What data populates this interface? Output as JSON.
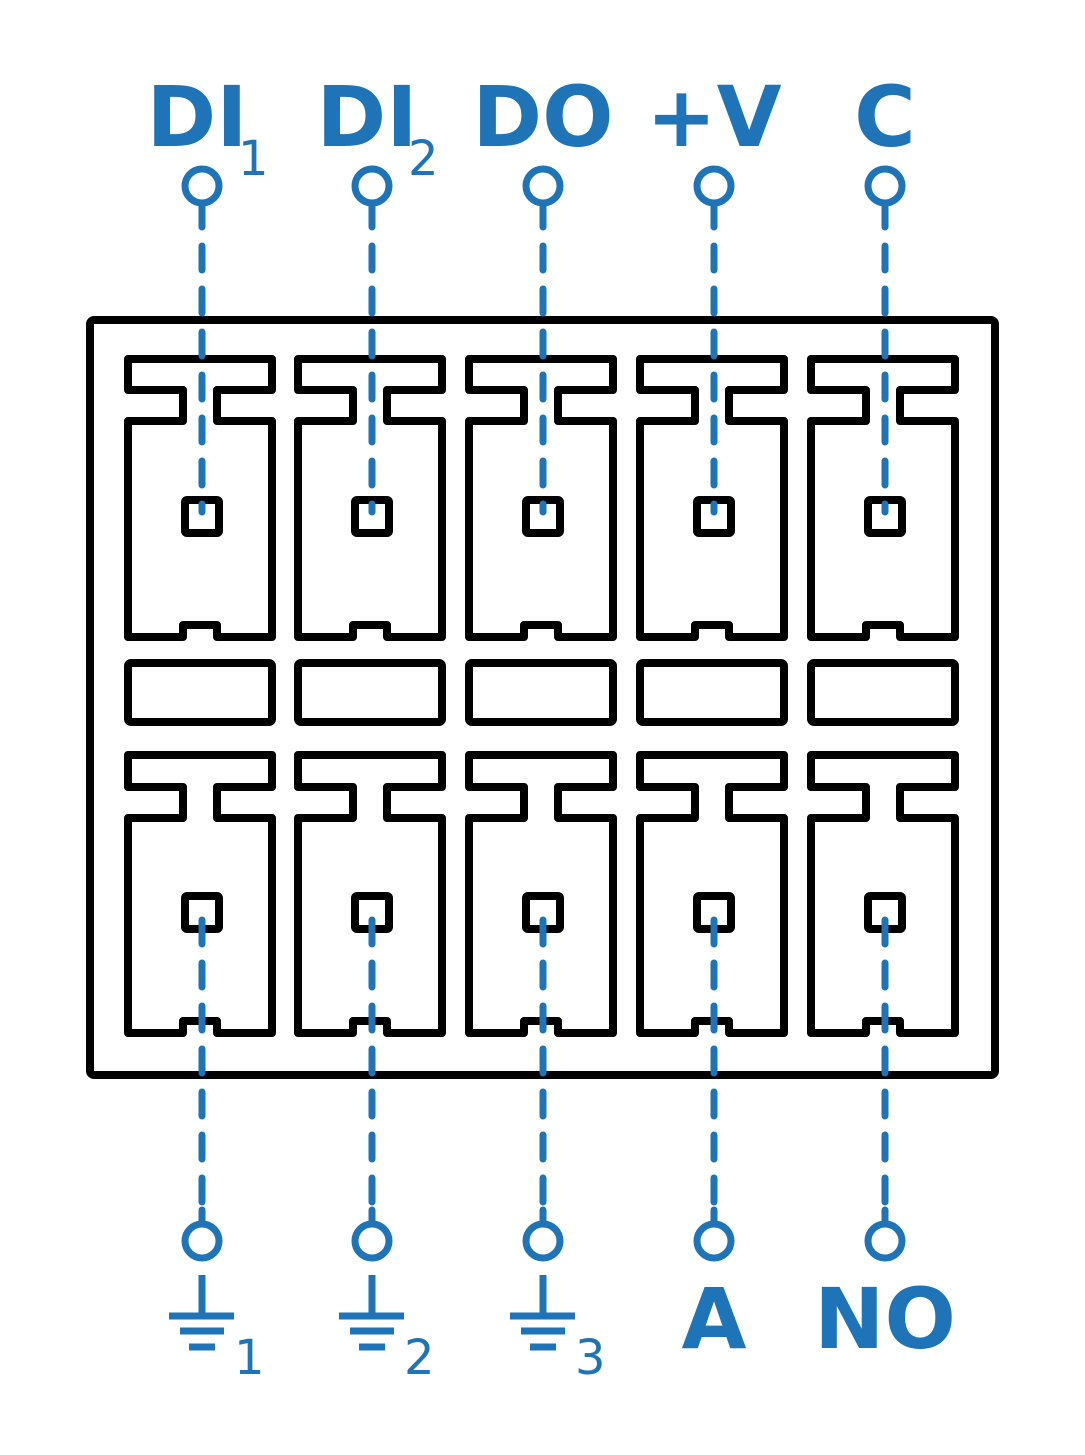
{
  "diagram": {
    "title": "Terminal block pinout",
    "colors": {
      "wire": "#1f73b7",
      "outline": "#000000",
      "background": "#ffffff"
    },
    "columns": 5,
    "top_row": [
      {
        "label": "DI",
        "subscript": "1"
      },
      {
        "label": "DI",
        "subscript": "2"
      },
      {
        "label": "DO",
        "subscript": ""
      },
      {
        "label": "+V",
        "subscript": ""
      },
      {
        "label": "C",
        "subscript": ""
      }
    ],
    "bottom_row": [
      {
        "label": "",
        "icon": "ground-icon",
        "subscript": "1"
      },
      {
        "label": "",
        "icon": "ground-icon",
        "subscript": "2"
      },
      {
        "label": "",
        "icon": "ground-icon",
        "subscript": "3"
      },
      {
        "label": "A",
        "subscript": ""
      },
      {
        "label": "NO",
        "subscript": ""
      }
    ]
  }
}
